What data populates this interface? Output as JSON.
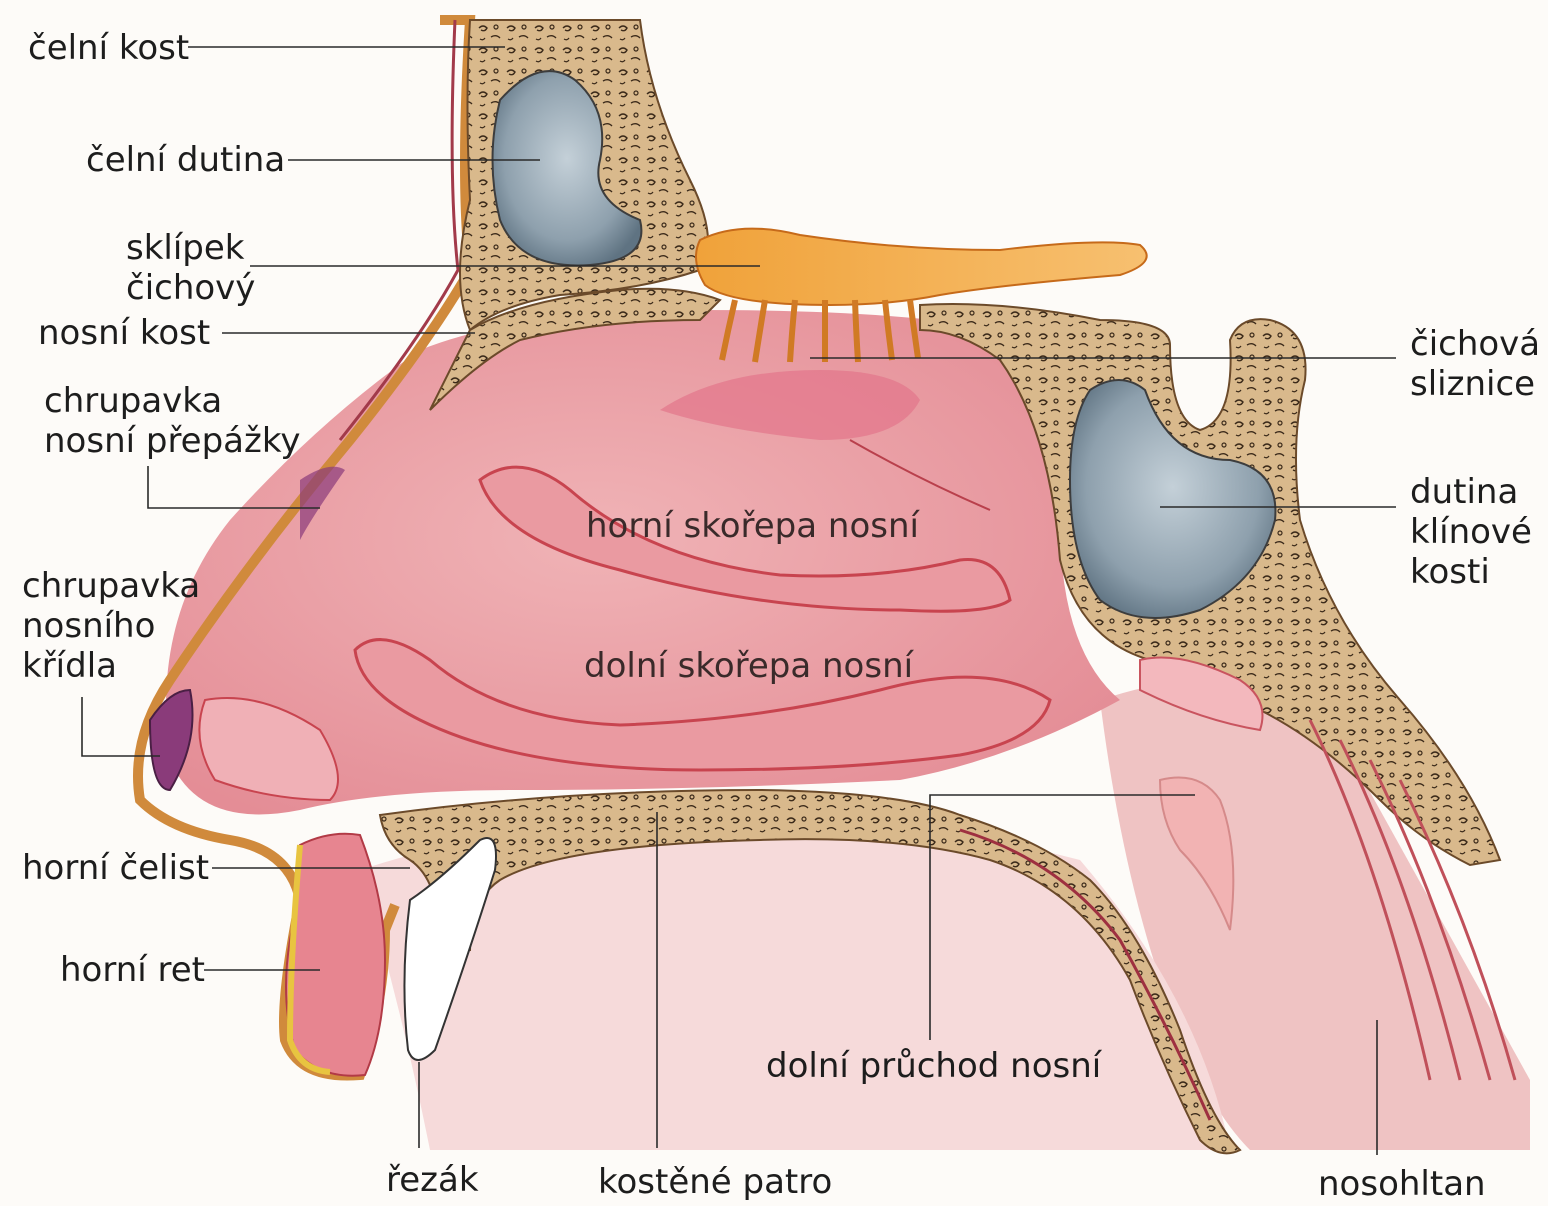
{
  "labels": {
    "frontal_bone": "čelní kost",
    "frontal_sinus": "čelní dutina",
    "olfactory_bulb_1": "sklípek",
    "olfactory_bulb_2": "čichový",
    "nasal_bone": "nosní kost",
    "septal_cartilage_1": "chrupavka",
    "septal_cartilage_2": "nosní přepážky",
    "alar_cartilage_1": "chrupavka",
    "alar_cartilage_2": "nosního",
    "alar_cartilage_3": "křídla",
    "maxilla": "horní čelist",
    "upper_lip": "horní ret",
    "incisor": "řezák",
    "hard_palate": "kostěné patro",
    "inferior_meatus": "dolní průchod nosní",
    "nasopharynx": "nosohltan",
    "olfactory_mucosa_1": "čichová",
    "olfactory_mucosa_2": "sliznice",
    "sphenoid_sinus_1": "dutina",
    "sphenoid_sinus_2": "klínové",
    "sphenoid_sinus_3": "kosti",
    "superior_concha": "horní skořepa nosní",
    "inferior_concha": "dolní skořepa nosní"
  },
  "colors": {
    "bone": "#d9b98c",
    "mucosa": "#e9a1a7",
    "sinus": "#8ea0ad",
    "bulb": "#f0a23a",
    "skin": "#e6a35a",
    "line": "#2a2a2a"
  }
}
